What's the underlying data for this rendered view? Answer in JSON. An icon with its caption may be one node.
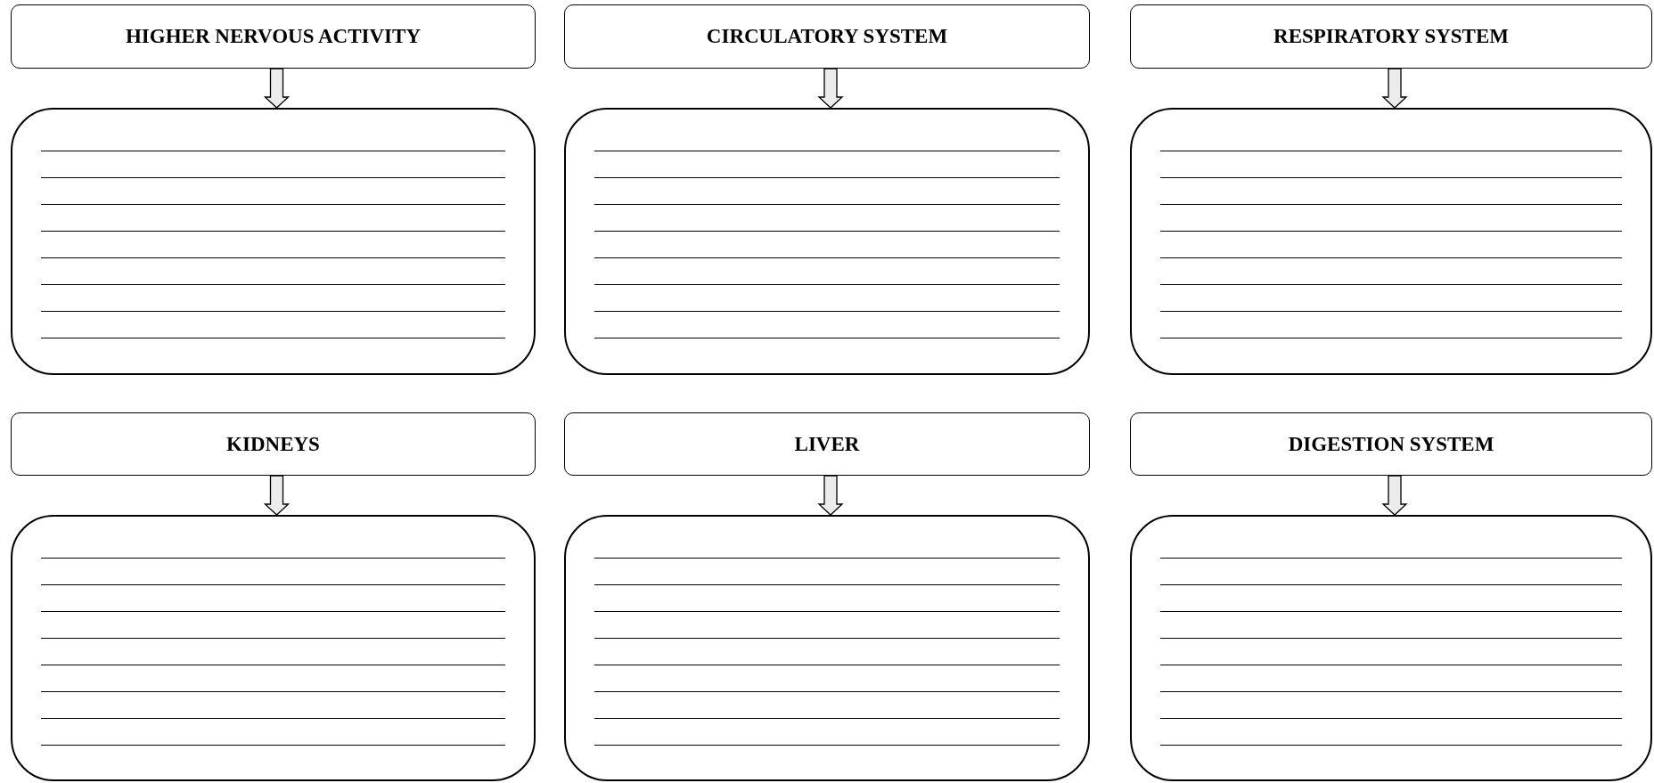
{
  "diagram": {
    "nodes": [
      {
        "text": [
          "HIGHER NERVOUS ACTIVITY"
        ]
      },
      {
        "text": [
          "CIRCULATORY SYSTEM"
        ]
      },
      {
        "text": [
          "RESPIRATORY SYSTEM"
        ]
      },
      {
        "text": [],
        "shape": "box"
      },
      {
        "text": [],
        "shape": "box"
      },
      {
        "text": [],
        "shape": "box"
      },
      {
        "text": [
          "KIDNEYS"
        ]
      },
      {
        "text": [
          "LIVER"
        ]
      },
      {
        "text": [
          "DIGESTION SYSTEM"
        ]
      },
      {
        "text": [],
        "shape": "box"
      },
      {
        "text": [],
        "shape": "box"
      },
      {
        "text": [],
        "shape": "box"
      }
    ],
    "edges": [
      {
        "from": 0,
        "to": 3,
        "arrow": "to"
      },
      {
        "from": 1,
        "to": 4,
        "arrow": "to"
      },
      {
        "from": 2,
        "to": 5,
        "arrow": "to"
      },
      {
        "from": 6,
        "to": 9,
        "arrow": "to"
      },
      {
        "from": 7,
        "to": 10,
        "arrow": "to"
      },
      {
        "from": 8,
        "to": 11,
        "arrow": "to"
      }
    ]
  }
}
